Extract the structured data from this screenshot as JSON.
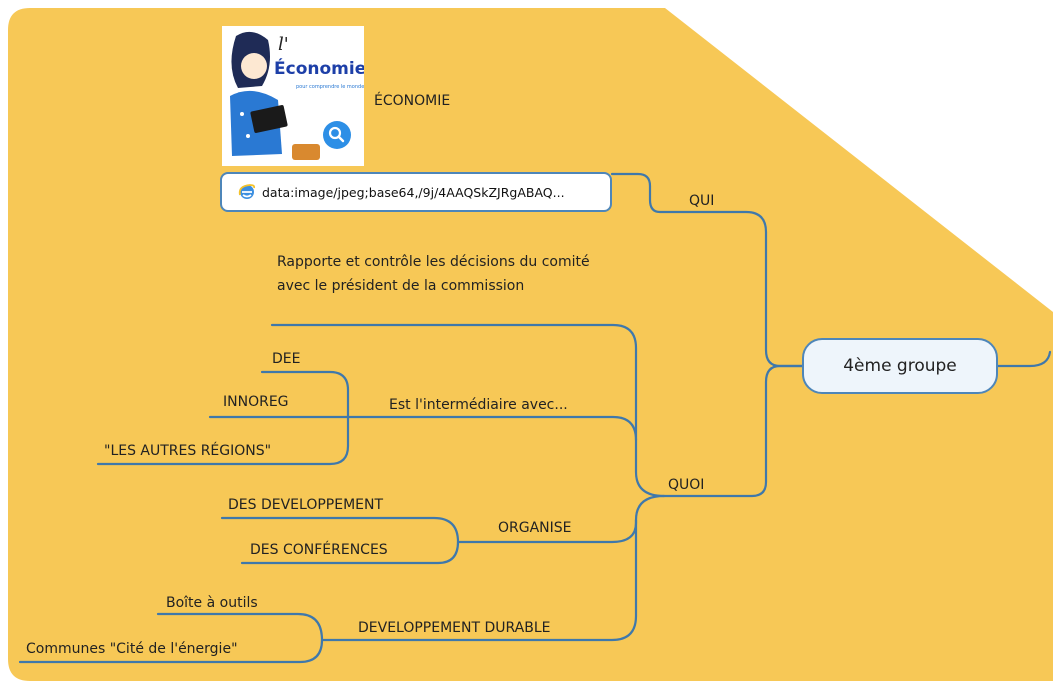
{
  "colors": {
    "background_shape": "#f7c856",
    "branch": "#3f78ab",
    "central_fill": "#eef5fb",
    "central_border": "#4e86b9"
  },
  "central_topic": "4ème groupe",
  "branches": {
    "qui": {
      "label": "QUI",
      "image_card": {
        "title_text": "l'Économie",
        "tagline": "pour comprendre le monde",
        "zoom_icon": "magnifier-icon"
      },
      "image_caption": "ÉCONOMIE",
      "link": {
        "icon": "internet-explorer-icon",
        "text": "data:image/jpeg;base64,/9j/4AAQSkZJRgABAQ..."
      }
    },
    "quoi": {
      "label": "QUOI",
      "rapporte": "Rapporte et contrôle les décisions du comité avec le président de la commission",
      "intermediaire": {
        "label": "Est l'intermédiaire avec...",
        "children": [
          "DEE",
          "INNOREG",
          "\"LES AUTRES RÉGIONS\""
        ]
      },
      "organise": {
        "label": "ORGANISE",
        "children": [
          "DES DEVELOPPEMENT",
          "DES CONFÉRENCES"
        ]
      },
      "durable": {
        "label": "DEVELOPPEMENT DURABLE",
        "children": [
          "Boîte à outils",
          "Communes \"Cité de l'énergie\""
        ]
      }
    }
  }
}
